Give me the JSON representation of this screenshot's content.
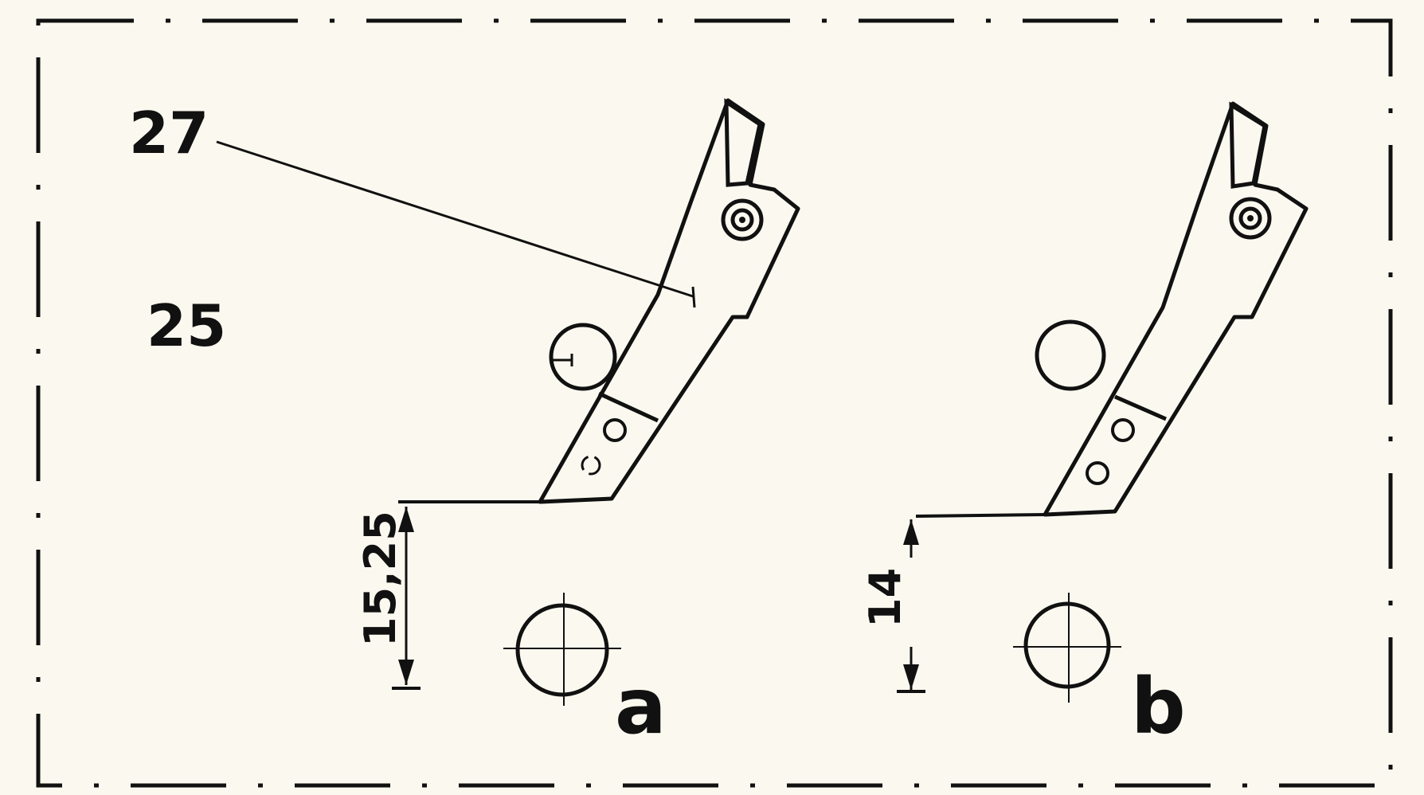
{
  "figure": {
    "reference_labels": {
      "part_27": "27",
      "part_25": "25"
    },
    "view_a": {
      "caption": "a",
      "dimension": "15,25"
    },
    "view_b": {
      "caption": "b",
      "dimension": "14"
    }
  },
  "colors": {
    "paper": "#fbf9ef",
    "ink": "#111111"
  }
}
